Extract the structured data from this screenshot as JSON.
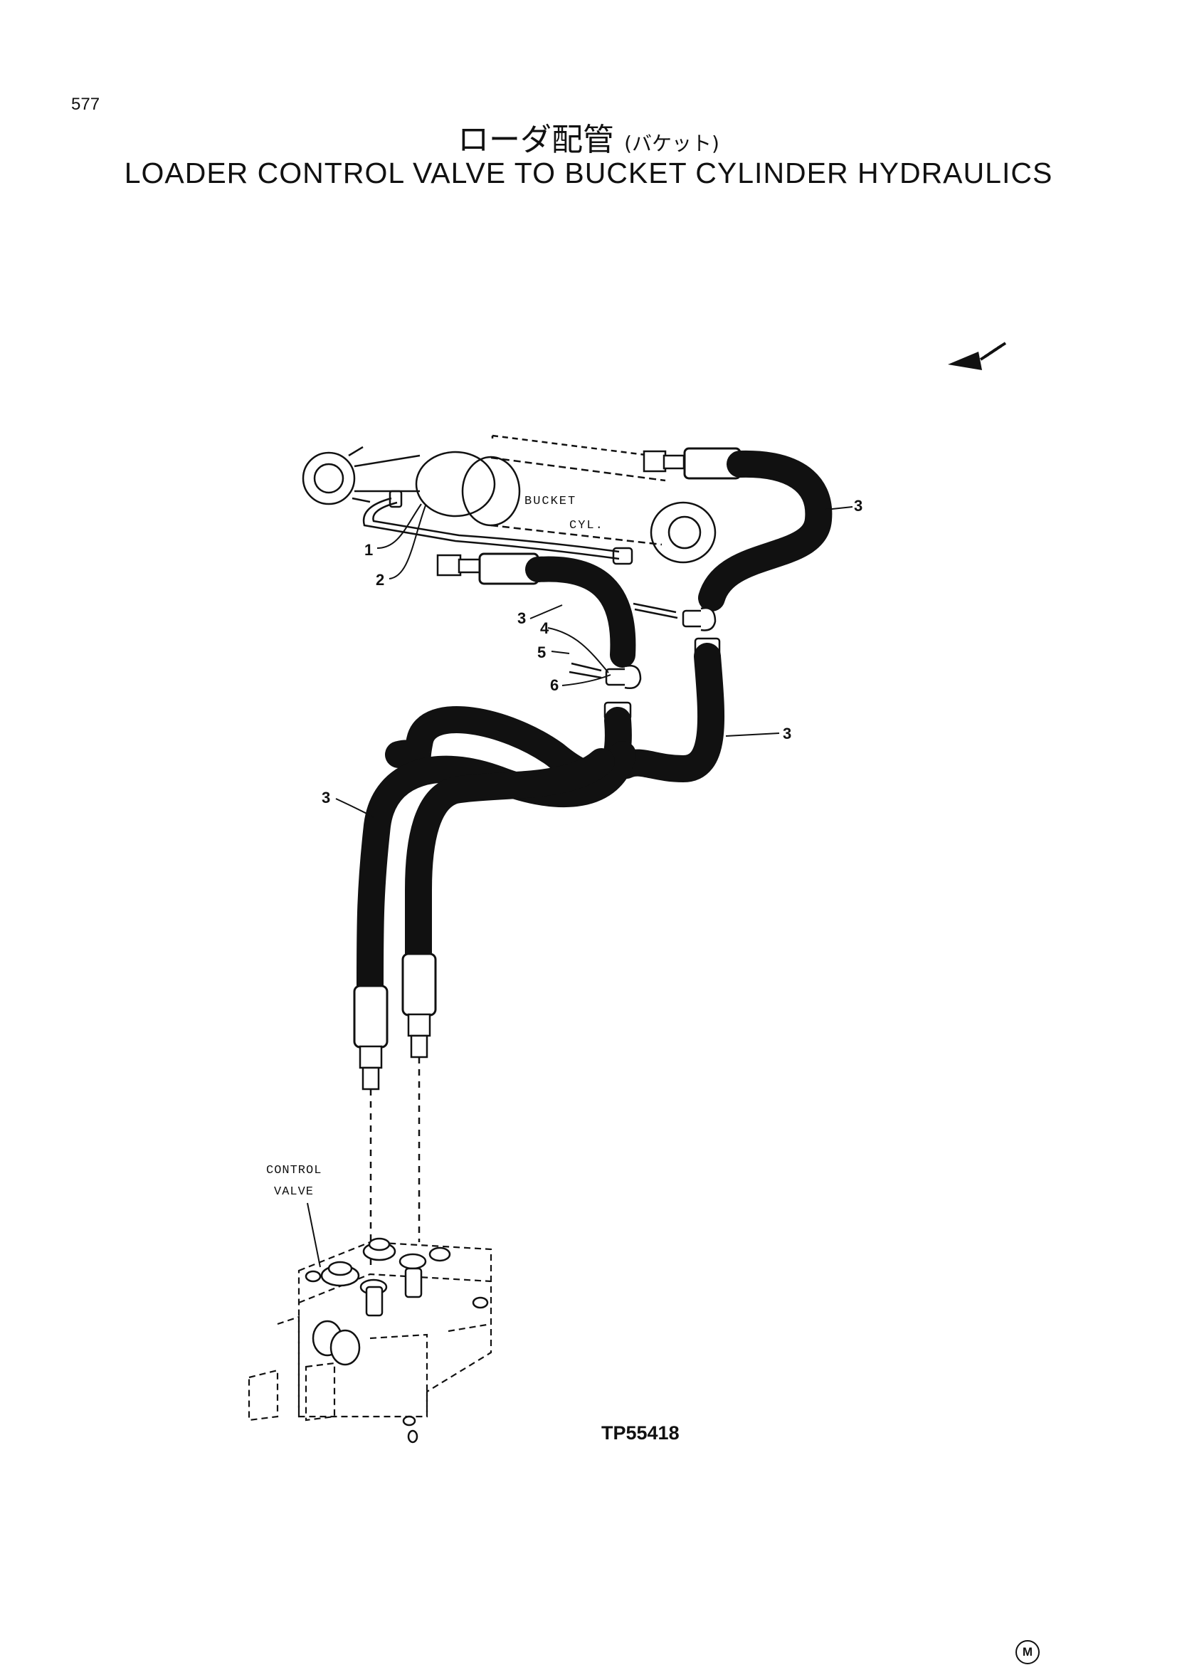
{
  "page": {
    "number": "577"
  },
  "title": {
    "jp": "ローダ配管",
    "jp_sub": "(バケット)",
    "en": "LOADER CONTROL VALVE TO BUCKET CYLINDER HYDRAULICS"
  },
  "labels": {
    "bucket_line1": "BUCKET",
    "bucket_line2": "CYL.",
    "control_line1": "CONTROL",
    "control_line2": "VALVE"
  },
  "callouts": {
    "c1": "1",
    "c2": "2",
    "c3a": "3",
    "c3b": "3",
    "c3c": "3",
    "c3d": "3",
    "c4": "4",
    "c5": "5",
    "c6": "6"
  },
  "figure_code": "TP55418",
  "footer_mark": "M"
}
